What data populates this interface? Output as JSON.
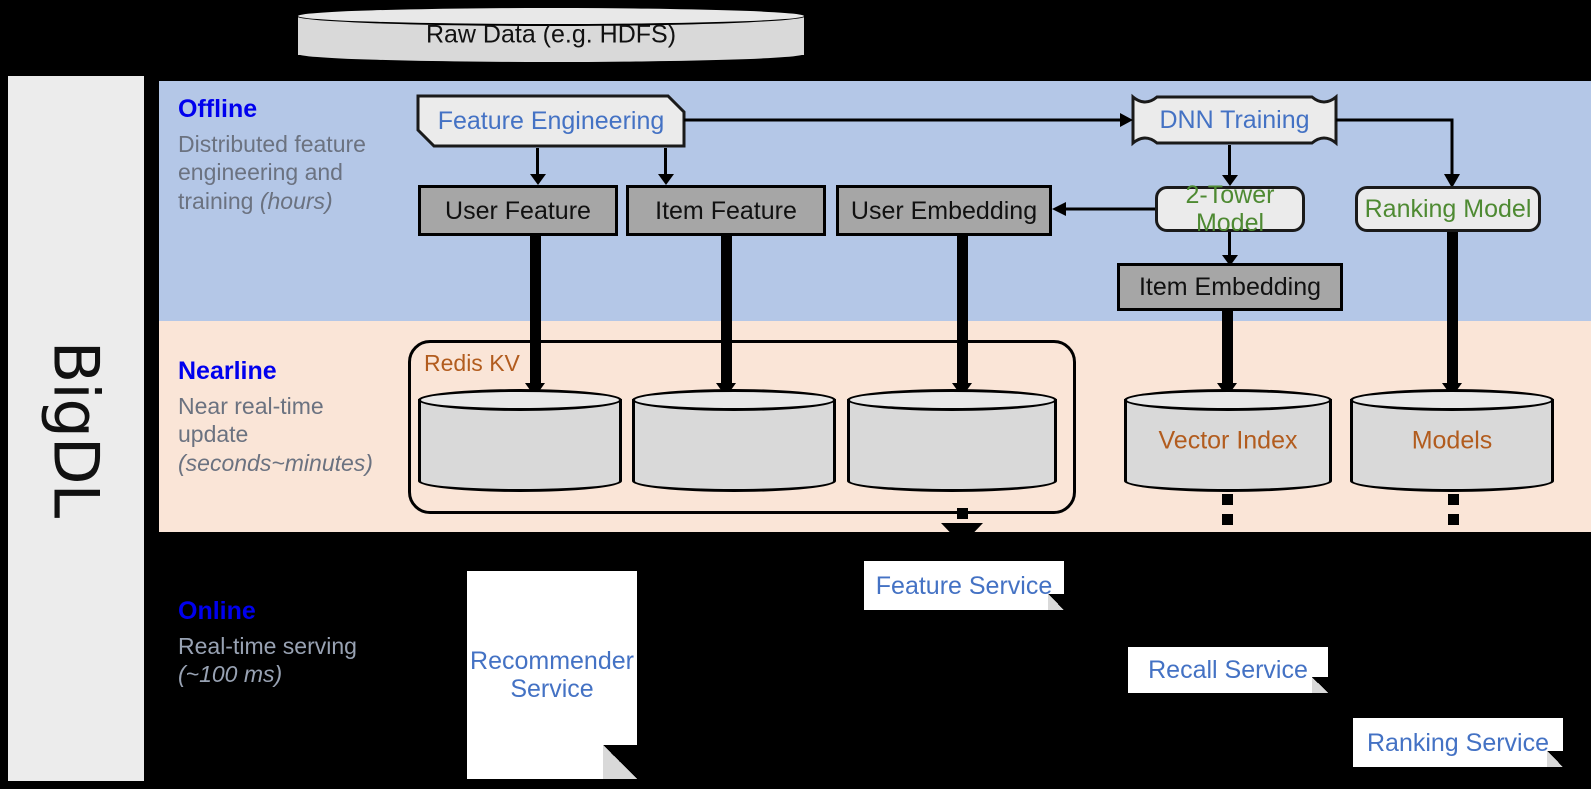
{
  "rail": {
    "label": "BigDL"
  },
  "top": {
    "raw_data": "Raw Data (e.g. HDFS)"
  },
  "bands": {
    "offline": {
      "title": "Offline",
      "subtitle_plain": "Distributed feature engineering and training ",
      "subtitle_italic": "(hours)",
      "bg_color": "#b4c7e7"
    },
    "nearline": {
      "title": "Nearline",
      "subtitle_plain": "Near real-time update ",
      "subtitle_italic": "(seconds~minutes)",
      "bg_color": "#fae5d7"
    },
    "online": {
      "title": "Online",
      "subtitle_plain": "Real-time serving ",
      "subtitle_italic": "(~100 ms)",
      "bg_color": "#000000"
    }
  },
  "offline_nodes": {
    "feature_engineering": "Feature Engineering",
    "dnn_training": "DNN Training",
    "user_feature": "User Feature",
    "item_feature": "Item Feature",
    "user_embedding": "User Embedding",
    "two_tower_model": "2-Tower Model",
    "ranking_model": "Ranking Model",
    "item_embedding": "Item Embedding"
  },
  "nearline_nodes": {
    "redis_group_label": "Redis KV",
    "kv_store_1": "",
    "kv_store_2": "",
    "kv_store_3": "",
    "vector_index": "Vector Index",
    "models": "Models"
  },
  "online_nodes": {
    "recommender_service": "Recommender\nService",
    "recommender_service_line1": "Recommender",
    "recommender_service_line2": "Service",
    "feature_service": "Feature Service",
    "recall_service": "Recall Service",
    "ranking_service": "Ranking Service"
  },
  "colors": {
    "title_blue": "#0000ee",
    "process_blue": "#4472c4",
    "model_green": "#4e8a32",
    "store_brown": "#b25c1e",
    "grey_box": "#a6a6a6",
    "light_box": "#ebebeb",
    "caption_grey": "#6b7280"
  }
}
